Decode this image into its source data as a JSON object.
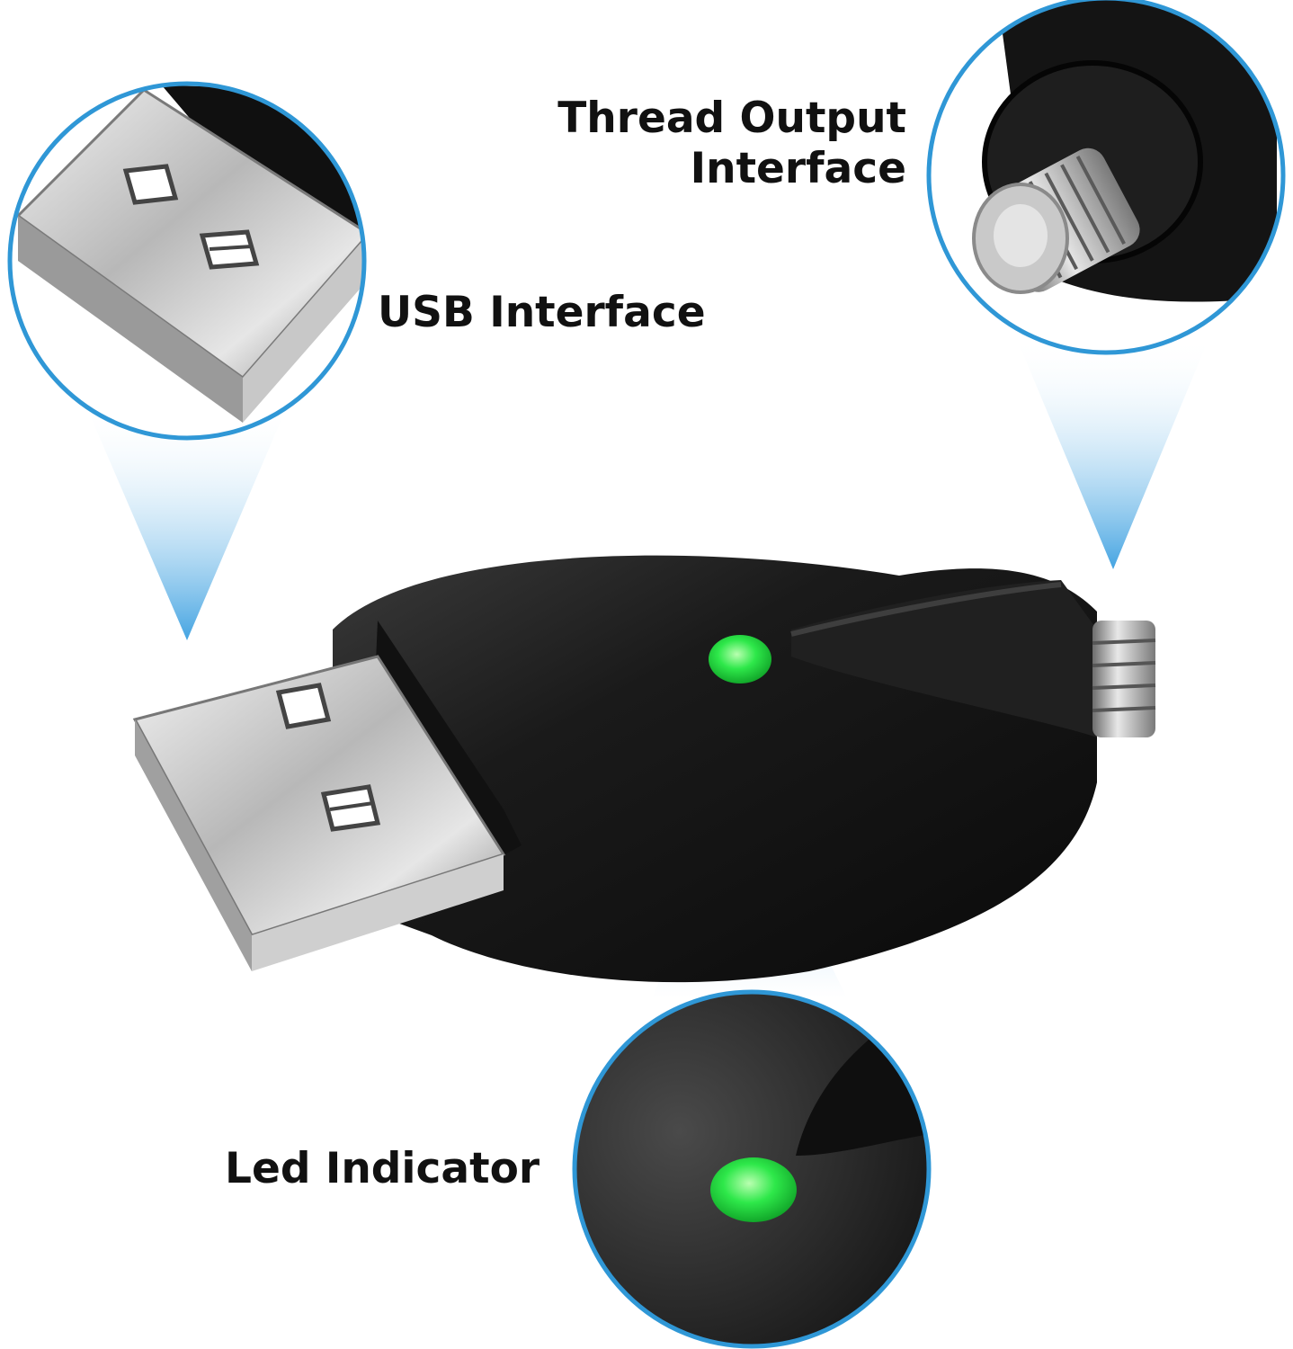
{
  "labels": {
    "thread_output_line1": "Thread Output",
    "thread_output_line2": "Interface",
    "usb_interface": "USB Interface",
    "led_indicator": "Led Indicator"
  },
  "colors": {
    "callout_ring": "#2f97d6",
    "led_green": "#28e040",
    "device_body": "#141414"
  },
  "icons": [
    "usb-plug",
    "thread-connector",
    "led-light"
  ]
}
